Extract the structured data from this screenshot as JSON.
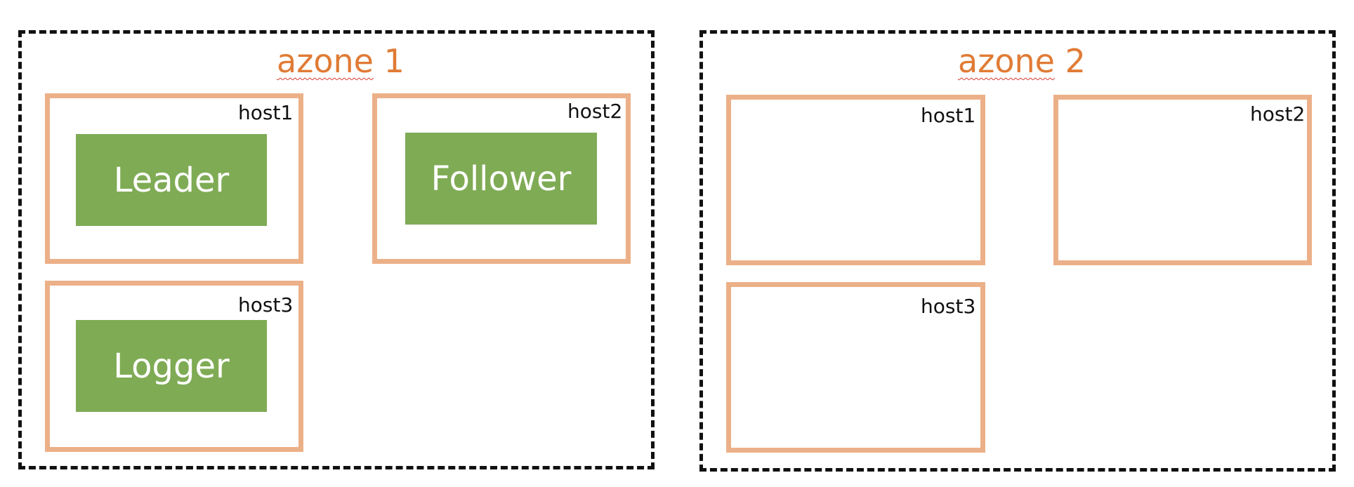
{
  "zones": [
    {
      "title_word": "azone",
      "title_num": "1",
      "hosts": [
        {
          "label": "host1",
          "role": "Leader"
        },
        {
          "label": "host2",
          "role": "Follower"
        },
        {
          "label": "host3",
          "role": "Logger"
        }
      ]
    },
    {
      "title_word": "azone",
      "title_num": "2",
      "hosts": [
        {
          "label": "host1"
        },
        {
          "label": "host2"
        },
        {
          "label": "host3"
        }
      ]
    }
  ],
  "colors": {
    "zone_title": "#e07b35",
    "host_border": "#ecb088",
    "role_fill": "#7fab55",
    "zone_border": "#111111"
  }
}
